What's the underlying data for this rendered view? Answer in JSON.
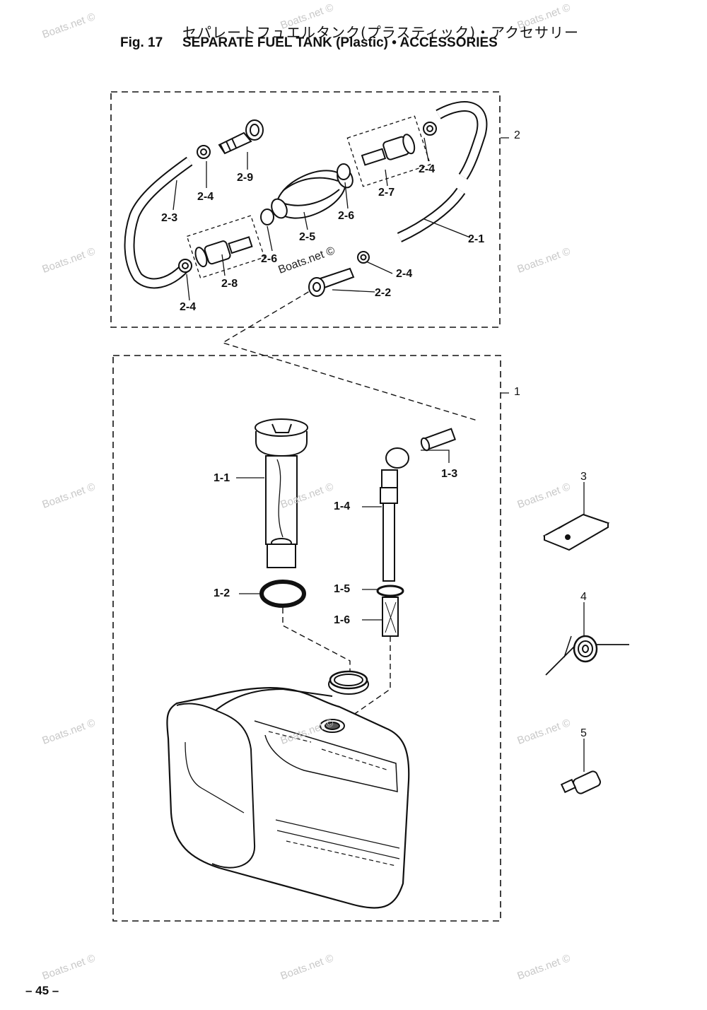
{
  "title": {
    "japanese": "セパレートフュエルタンク(プラスティック)・アクセサリー",
    "fig": "Fig. 17",
    "english": "SEPARATE FUEL TANK (Plastic) • ACCESSORIES"
  },
  "labels": {
    "l2": "2",
    "l1": "1",
    "l2_9": "2-9",
    "l2_4a": "2-4",
    "l2_3": "2-3",
    "l2_5": "2-5",
    "l2_6a": "2-6",
    "l2_6b": "2-6",
    "l2_7": "2-7",
    "l2_4b": "2-4",
    "l2_1": "2-1",
    "l2_8": "2-8",
    "l2_4c": "2-4",
    "l2_4d": "2-4",
    "l2_2": "2-2",
    "l1_1": "1-1",
    "l1_3": "1-3",
    "l1_4": "1-4",
    "l1_2": "1-2",
    "l1_5": "1-5",
    "l1_6": "1-6",
    "l3": "3",
    "l4": "4",
    "l5": "5"
  },
  "watermark": "Boats.net ©",
  "page_number": "– 45 –"
}
